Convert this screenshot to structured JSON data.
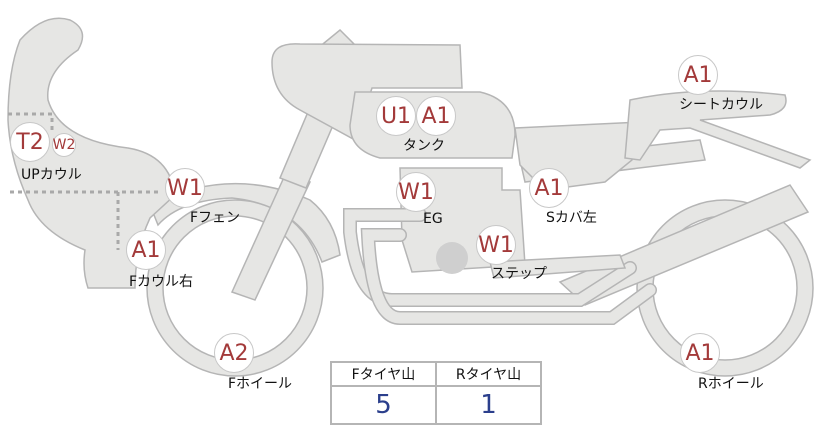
{
  "parts": {
    "up_cowl": {
      "badges": [
        "T2",
        "W2"
      ],
      "label": "UPカウル"
    },
    "f_fender": {
      "badges": [
        "W1"
      ],
      "label": "Fフェン"
    },
    "f_cowl_right": {
      "badges": [
        "A1"
      ],
      "label": "Fカウル右"
    },
    "f_wheel": {
      "badges": [
        "A2"
      ],
      "label": "Fホイール"
    },
    "tank": {
      "badges": [
        "U1",
        "A1"
      ],
      "label": "タンク"
    },
    "engine": {
      "badges": [
        "W1"
      ],
      "label": "EG"
    },
    "step": {
      "badges": [
        "W1"
      ],
      "label": "ステップ"
    },
    "s_cover_left": {
      "badges": [
        "A1"
      ],
      "label": "Sカバ左"
    },
    "seat_cowl": {
      "badges": [
        "A1"
      ],
      "label": "シートカウル"
    },
    "r_wheel": {
      "badges": [
        "A1"
      ],
      "label": "Rホイール"
    }
  },
  "tread_table": {
    "f_header": "Fタイヤ山",
    "r_header": "Rタイヤ山",
    "f_value": "5",
    "r_value": "1"
  },
  "colors": {
    "badge_text": "#a33a3a",
    "value_text": "#2b3f8c",
    "part_fill": "#e6e6e4",
    "part_stroke": "#b5b5b5"
  }
}
